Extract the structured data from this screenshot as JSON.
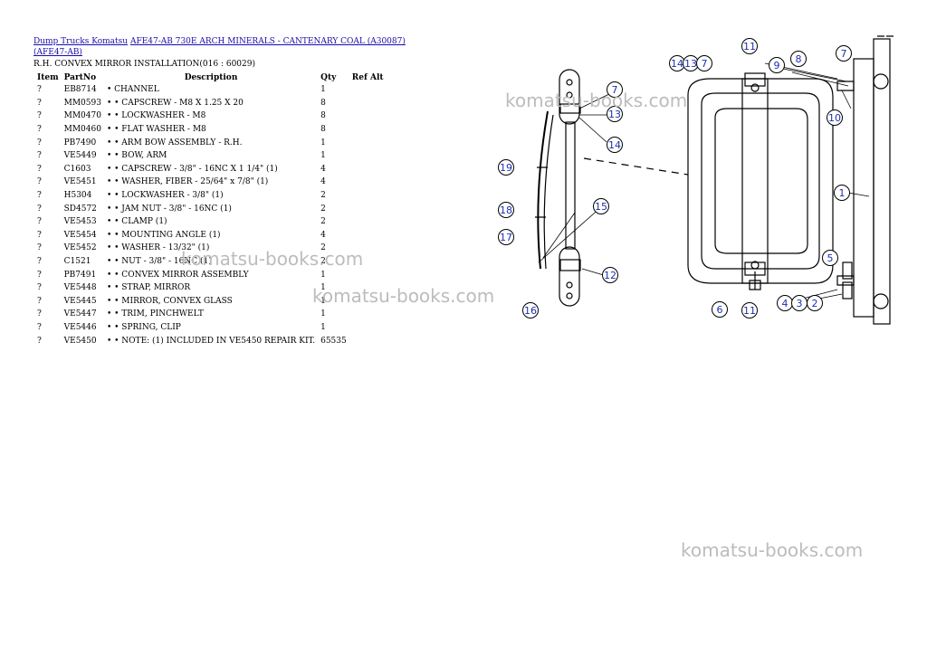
{
  "breadcrumb": {
    "link1": "Dump Trucks Komatsu",
    "link2": "AFE47-AB 730E ARCH MINERALS - CANTENARY COAL (A30087)(AFE47-AB)"
  },
  "section_title": "R.H. CONVEX MIRROR INSTALLATION(016 : 60029)",
  "table": {
    "headers": {
      "item": "Item",
      "partno": "PartNo",
      "description": "Description",
      "qty": "Qty",
      "ref": "Ref Alt"
    },
    "rows": [
      {
        "item": "?",
        "partno": "EB8714",
        "description": "• CHANNEL",
        "qty": "1"
      },
      {
        "item": "?",
        "partno": "MM0593",
        "description": "• • CAPSCREW - M8 X 1.25 X 20",
        "qty": "8"
      },
      {
        "item": "?",
        "partno": "MM0470",
        "description": "• • LOCKWASHER - M8",
        "qty": "8"
      },
      {
        "item": "?",
        "partno": "MM0460",
        "description": "• • FLAT WASHER - M8",
        "qty": "8"
      },
      {
        "item": "?",
        "partno": "PB7490",
        "description": "• • ARM BOW ASSEMBLY - R.H.",
        "qty": "1"
      },
      {
        "item": "?",
        "partno": "VE5449",
        "description": "• • BOW, ARM",
        "qty": "1"
      },
      {
        "item": "?",
        "partno": "C1603",
        "description": "• • CAPSCREW - 3/8\" - 16NC X 1 1/4\" (1)",
        "qty": "4"
      },
      {
        "item": "?",
        "partno": "VE5451",
        "description": "• • WASHER, FIBER - 25/64\" x 7/8\" (1)",
        "qty": "4"
      },
      {
        "item": "?",
        "partno": "H5304",
        "description": "• • LOCKWASHER - 3/8\" (1)",
        "qty": "2"
      },
      {
        "item": "?",
        "partno": "SD4572",
        "description": "• • JAM NUT - 3/8\" - 16NC (1)",
        "qty": "2"
      },
      {
        "item": "?",
        "partno": "VE5453",
        "description": "• • CLAMP (1)",
        "qty": "2"
      },
      {
        "item": "?",
        "partno": "VE5454",
        "description": "• • MOUNTING ANGLE (1)",
        "qty": "4"
      },
      {
        "item": "?",
        "partno": "VE5452",
        "description": "• • WASHER - 13/32\" (1)",
        "qty": "2"
      },
      {
        "item": "?",
        "partno": "C1521",
        "description": "• • NUT - 3/8\" - 16NC (1)",
        "qty": "2"
      },
      {
        "item": "?",
        "partno": "PB7491",
        "description": "• • CONVEX MIRROR ASSEMBLY",
        "qty": "1"
      },
      {
        "item": "?",
        "partno": "VE5448",
        "description": "• • STRAP, MIRROR",
        "qty": "1"
      },
      {
        "item": "?",
        "partno": "VE5445",
        "description": "• • MIRROR, CONVEX GLASS",
        "qty": "1"
      },
      {
        "item": "?",
        "partno": "VE5447",
        "description": "• • TRIM, PINCHWELT",
        "qty": "1"
      },
      {
        "item": "?",
        "partno": "VE5446",
        "description": "• • SPRING, CLIP",
        "qty": "1"
      },
      {
        "item": "?",
        "partno": "VE5450",
        "description": "• • NOTE: (1) INCLUDED IN VE5450 REPAIR KIT.",
        "qty": "65535"
      }
    ]
  },
  "diagram": {
    "callouts": [
      "11",
      "14",
      "13",
      "7",
      "9",
      "8",
      "7",
      "7",
      "13",
      "14",
      "10",
      "19",
      "15",
      "1",
      "18",
      "17",
      "5",
      "12",
      "16",
      "6",
      "11",
      "4",
      "3",
      "2"
    ]
  },
  "watermark": "komatsu-books.com",
  "colors": {
    "link": "#1a0dab",
    "callout_text": "#1c2fb0",
    "watermark": "#bcbcbc"
  }
}
